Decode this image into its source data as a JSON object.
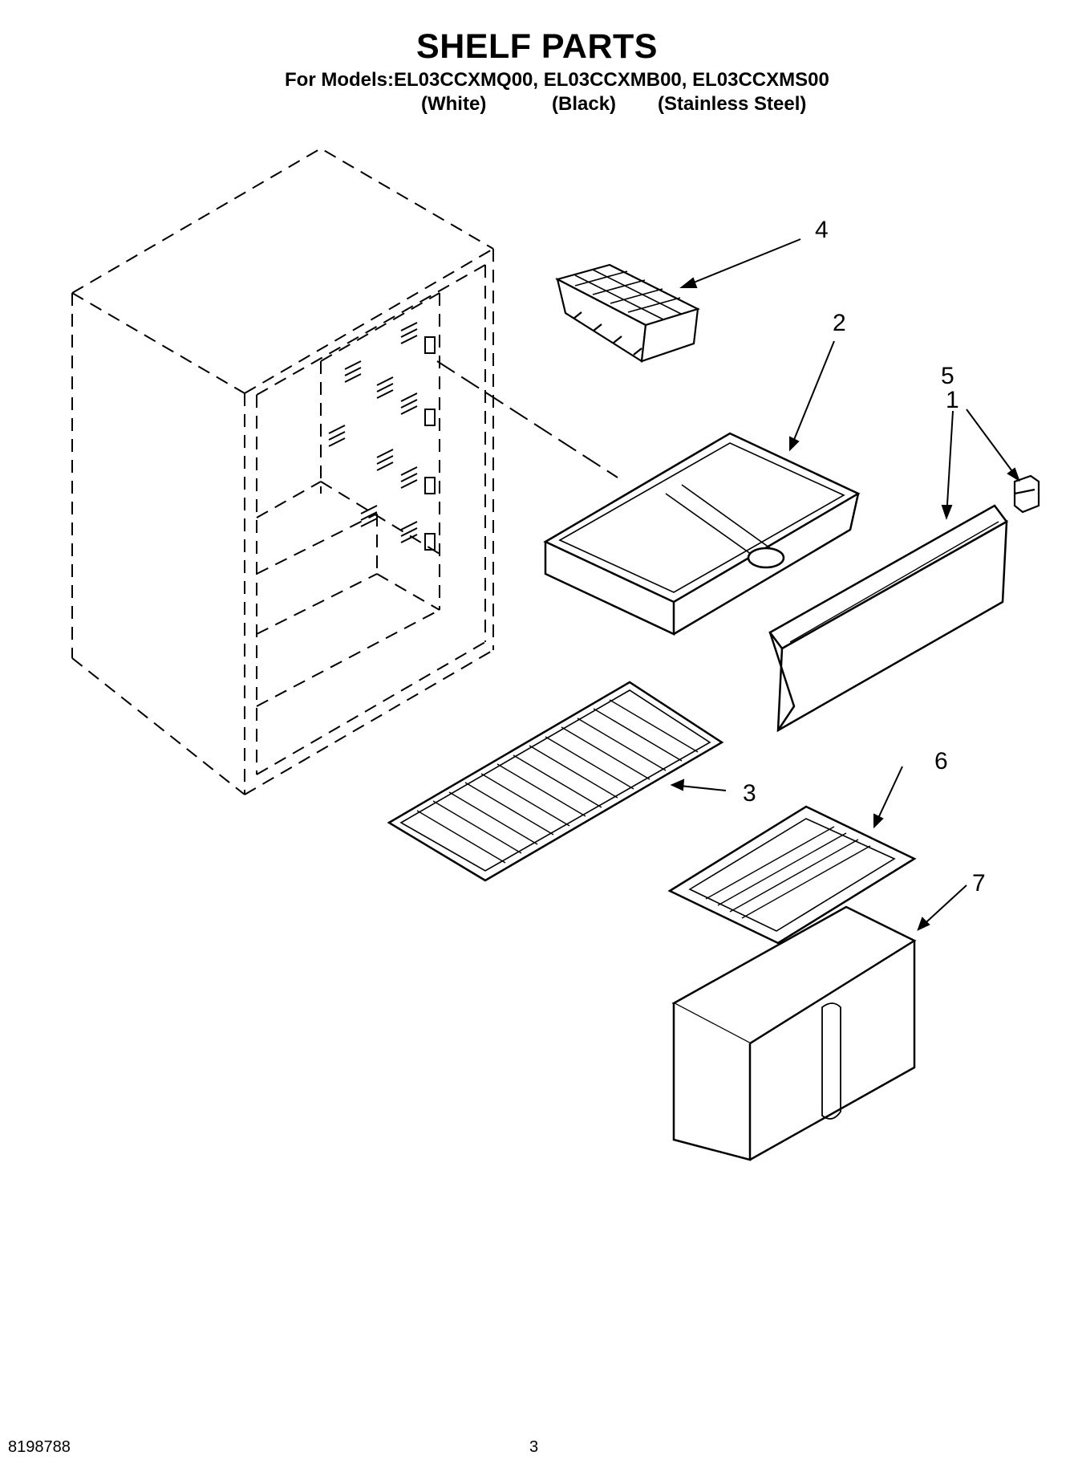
{
  "header": {
    "title": "SHELF PARTS",
    "models_line": "For Models:EL03CCXMQ00, EL03CCXMB00, EL03CCXMS00",
    "variants": [
      "(White)",
      "(Black)",
      "(Stainless Steel)"
    ]
  },
  "callouts": [
    "1",
    "2",
    "3",
    "4",
    "5",
    "6",
    "7"
  ],
  "footer": {
    "doc_number": "8198788",
    "page_number": "3"
  }
}
